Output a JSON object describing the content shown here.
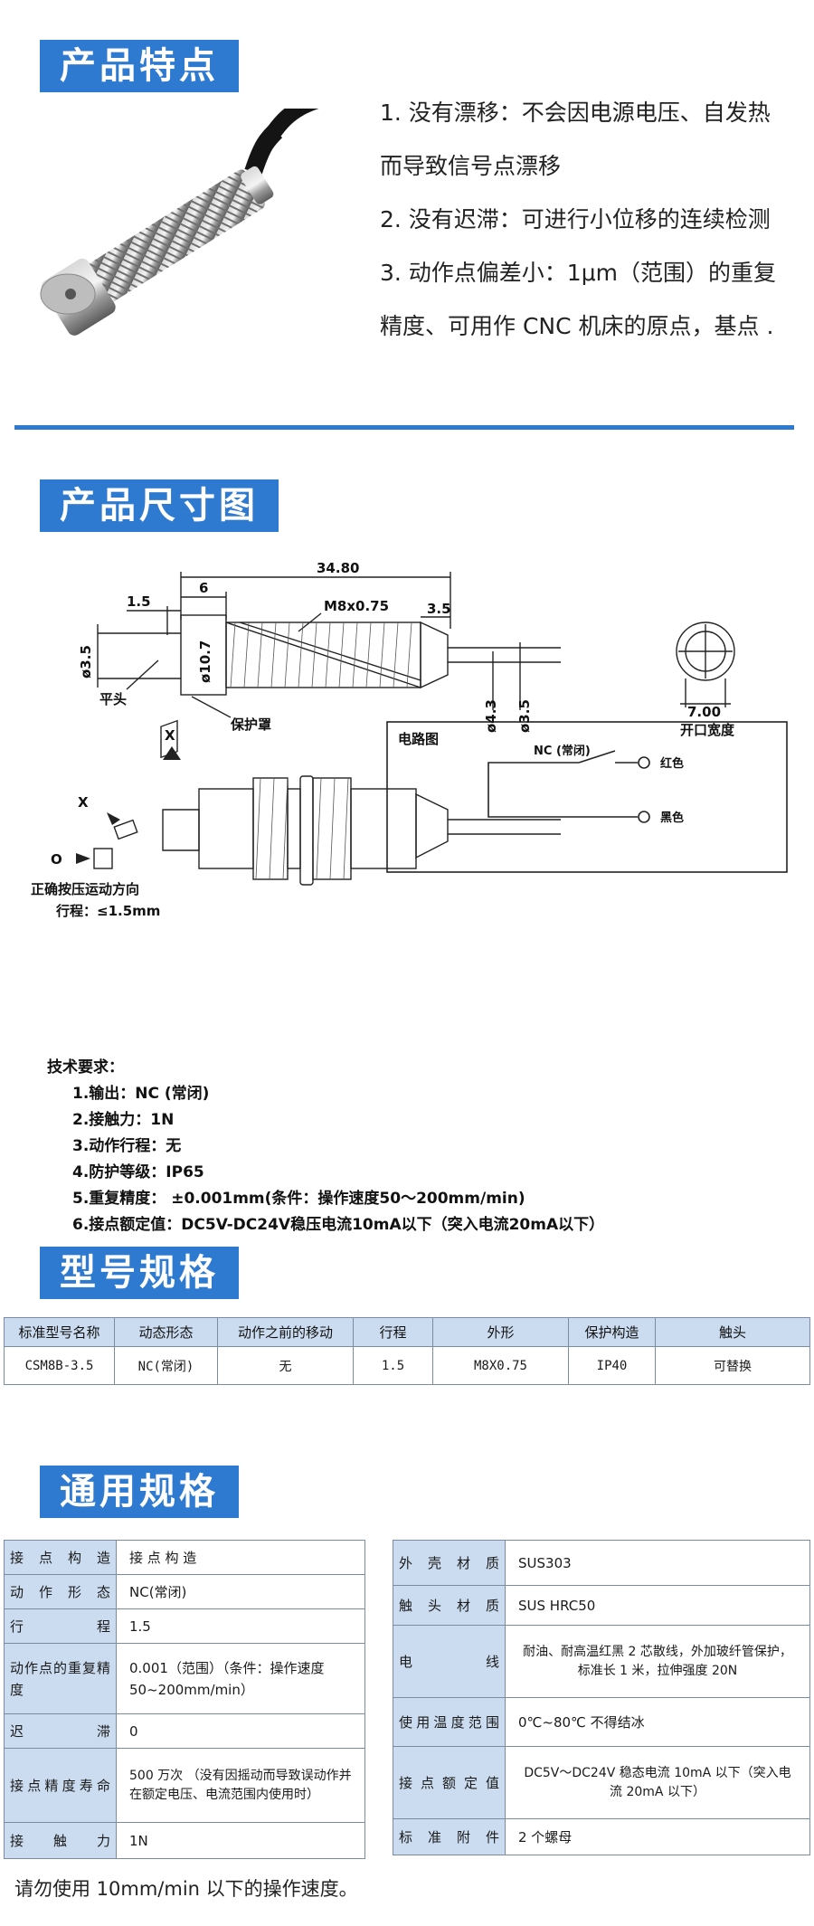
{
  "sections": {
    "features_title": "产品特点",
    "dimensions_title": "产品尺寸图",
    "model_title": "型号规格",
    "general_title": "通用规格"
  },
  "features": [
    "1. 没有漂移：不会因电源电压、自发热",
    "而导致信号点漂移",
    "2. 没有迟滞：可进行小位移的连续检测",
    "3. 动作点偏差小：1μm（范围）的重复",
    "精度、可用作 CNC 机床的原点，基点 ."
  ],
  "drawing": {
    "total_length": "34.80",
    "dim_1_5": "1.5",
    "dim_6": "6",
    "dim_3_5_right": "3.5",
    "thread": "M8x0.75",
    "dia_3_5_left": "ø3.5",
    "dia_10_7": "ø10.7",
    "dia_4_3": "ø4.3",
    "dia_3_5_cable": "ø3.5",
    "flat_head": "平头",
    "protective_cover": "保护罩",
    "opening_width_value": "7.00",
    "opening_width": "开口宽度",
    "dir_x_top": "X",
    "dir_x_left": "X",
    "dir_o": "O",
    "press_direction": "正确按压运动方向",
    "stroke": "行程：≤1.5mm",
    "circuit_title": "电路图",
    "nc_label": "NC (常闭)",
    "wire_red": "红色",
    "wire_black": "黑色"
  },
  "tech": {
    "title": "技术要求：",
    "items": [
      "1.输出：NC (常闭)",
      "2.接触力：1N",
      "3.动作行程：无",
      "4.防护等级：IP65",
      "5.重复精度： ±0.001mm(条件：操作速度50～200mm/min)",
      "6.接点额定值：DC5V-DC24V稳压电流10mA以下（突入电流20mA以下）"
    ]
  },
  "model_table": {
    "headers": [
      "标准型号名称",
      "动态形态",
      "动作之前的移动",
      "行程",
      "外形",
      "保护构造",
      "触头"
    ],
    "row": [
      "CSM8B-3.5",
      "NC(常闭)",
      "无",
      "1.5",
      "M8X0.75",
      "IP40",
      "可替换"
    ]
  },
  "spec_left": [
    {
      "k": "接点构造",
      "v": "接 点 构 造"
    },
    {
      "k": "动作形态",
      "v": "NC(常闭)"
    },
    {
      "k": "行程",
      "v": "1.5"
    },
    {
      "k": "动作点的重复精度",
      "v": "0.001（范围）（条件：操作速度50~200mm/min）"
    },
    {
      "k": "迟滞",
      "v": "0"
    },
    {
      "k": "接点精度寿命",
      "v": "500 万次 （没有因摇动而导致误动作并在额定电压、电流范围内使用时）"
    },
    {
      "k": "接触力",
      "v": "1N"
    }
  ],
  "spec_right": [
    {
      "k": "外壳材质",
      "v": "SUS303"
    },
    {
      "k": "触头材质",
      "v": "SUS HRC50"
    },
    {
      "k": "电线",
      "v": "耐油、耐高温红黑 2 芯散线，外加玻纤管保护，标准长 1 米，拉伸强度 20N"
    },
    {
      "k": "使用温度范围",
      "v": "0℃~80℃ 不得结冰"
    },
    {
      "k": "接点额定值",
      "v": "DC5V～DC24V 稳态电流 10mA 以下（突入电流 20mA 以下）"
    },
    {
      "k": "标准附件",
      "v": "2 个螺母"
    }
  ],
  "note": "请勿使用 10mm/min 以下的操作速度。",
  "colors": {
    "accent": "#2f7ad1",
    "header_bg": "#ccdcf0"
  }
}
